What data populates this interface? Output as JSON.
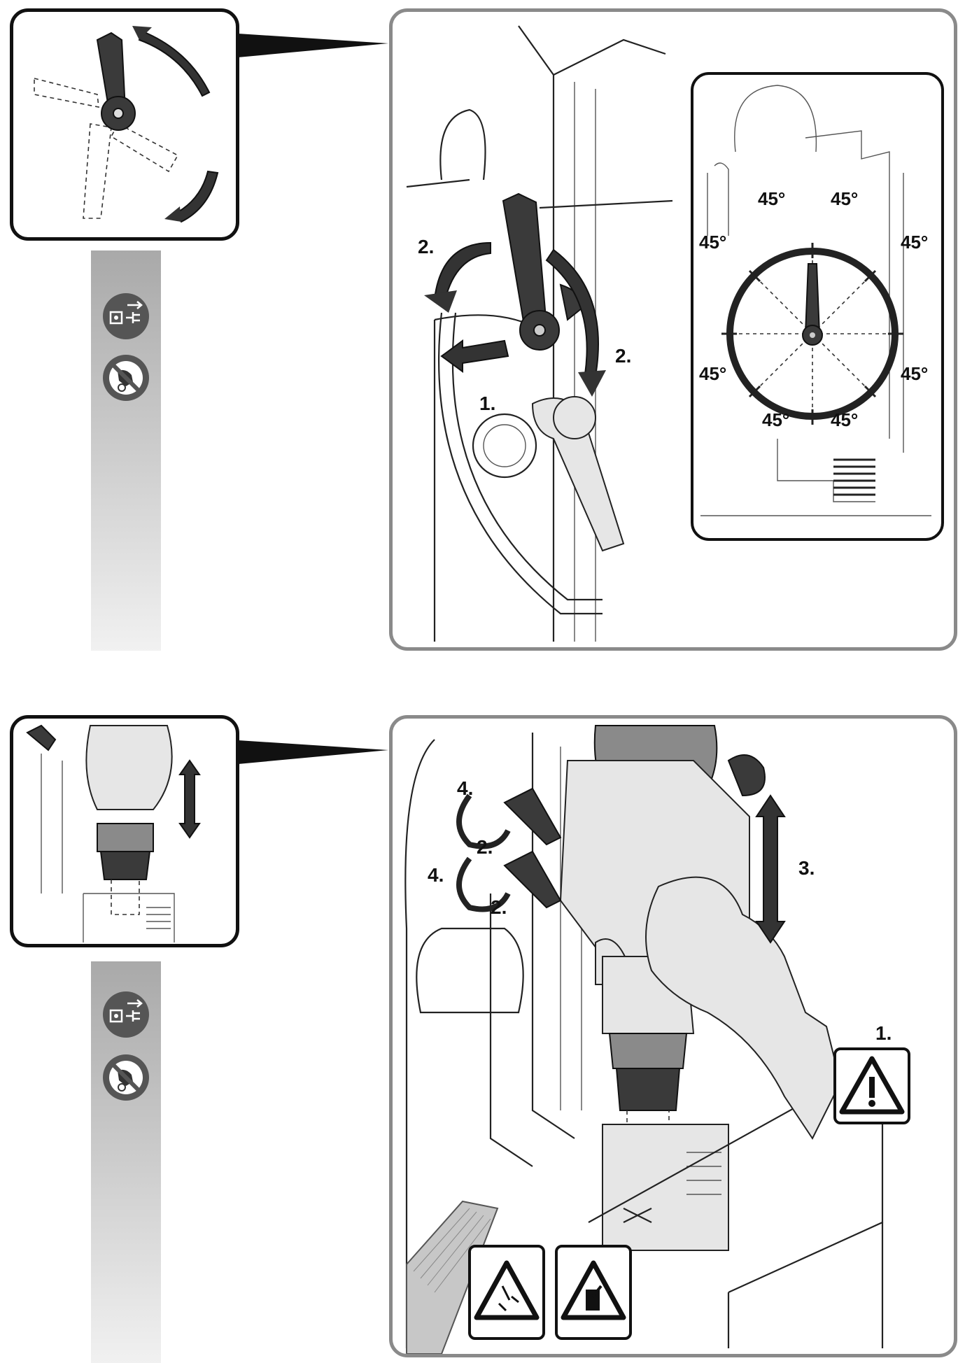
{
  "top": {
    "labels": {
      "step1": "1.",
      "step2_left": "2.",
      "step2_right": "2."
    },
    "angles": [
      "45°",
      "45°",
      "45°",
      "45°",
      "45°",
      "45°",
      "45°",
      "45°"
    ]
  },
  "bottom": {
    "labels": {
      "step4_upper": "4.",
      "step2_upper": "2.",
      "step4_lower": "4.",
      "step2_lower": "2.",
      "step3": "3.",
      "step1": "1."
    }
  },
  "icons": {
    "unplug": "unplug-power-icon",
    "no_hand": "no-touch-rotating-icon",
    "warning": "general-warning-icon",
    "chips": "flying-chips-warning-icon",
    "crush": "hand-crush-warning-icon"
  },
  "colors": {
    "frame_dark": "#111111",
    "frame_grey": "#8a8a8a",
    "strip_grey": "#a9a9a9"
  }
}
